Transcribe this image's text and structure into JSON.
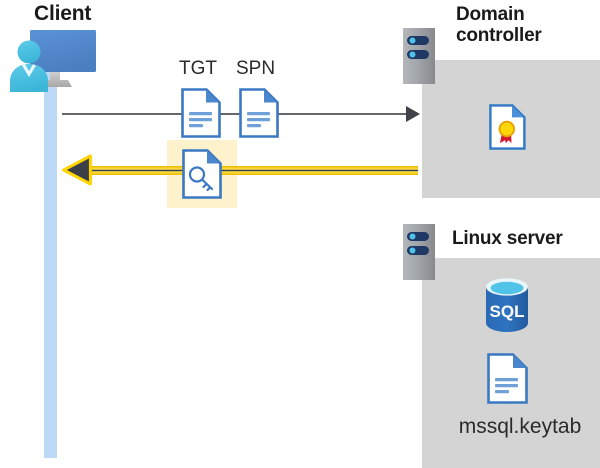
{
  "diagram": {
    "type": "sequence-diagram",
    "title": "Kerberos authentication flow between Client, Domain controller and Linux server",
    "background": "#ffffff"
  },
  "colors": {
    "panel_gray": "#d4d4d4",
    "lifeline_blue": "#bcd9f8",
    "highlight_yellow": "#fdf2cc",
    "arrow_yellow": "#ffd400",
    "arrow_dark": "#3a3f48",
    "gray_line": "#63666a",
    "doc_blue": "#3b78c3",
    "doc_line_blue": "#6fa0d8",
    "sql_blue": "#2f6fbd",
    "sql_top_cyan": "#4fc3e8",
    "cert_gold": "#ffd60a",
    "cert_red": "#d3182e",
    "rack_gray": "#9a9da1",
    "rack_navy": "#1f3864",
    "rack_dot_cyan": "#4fc3e8",
    "title_text": "#1a1a1a"
  },
  "client": {
    "title": "Client",
    "icon": "client-monitor-user-icon",
    "lifeline": "client-lifeline"
  },
  "domain_controller": {
    "title": "Domain controller",
    "rack_icon": "server-rack-icon",
    "contents": [
      {
        "icon": "certificate-document-icon",
        "label": ""
      }
    ]
  },
  "linux_server": {
    "title": "Linux server",
    "rack_icon": "server-rack-icon",
    "contents": [
      {
        "icon": "sql-database-icon",
        "label": "SQL"
      },
      {
        "icon": "document-icon",
        "label": "mssql.keytab"
      }
    ]
  },
  "messages": [
    {
      "id": "request",
      "direction": "client-to-domain-controller",
      "style": "thin-gray-arrow",
      "artifacts": [
        {
          "label": "TGT",
          "icon": "document-icon"
        },
        {
          "label": "SPN",
          "icon": "document-icon"
        }
      ]
    },
    {
      "id": "response",
      "direction": "domain-controller-to-client",
      "style": "thick-yellow-arrow",
      "highlighted": true,
      "artifacts": [
        {
          "label": "",
          "icon": "key-document-icon"
        }
      ]
    }
  ],
  "labels": {
    "tgt": "TGT",
    "spn": "SPN",
    "sql": "SQL",
    "keytab_filename": "mssql.keytab"
  }
}
